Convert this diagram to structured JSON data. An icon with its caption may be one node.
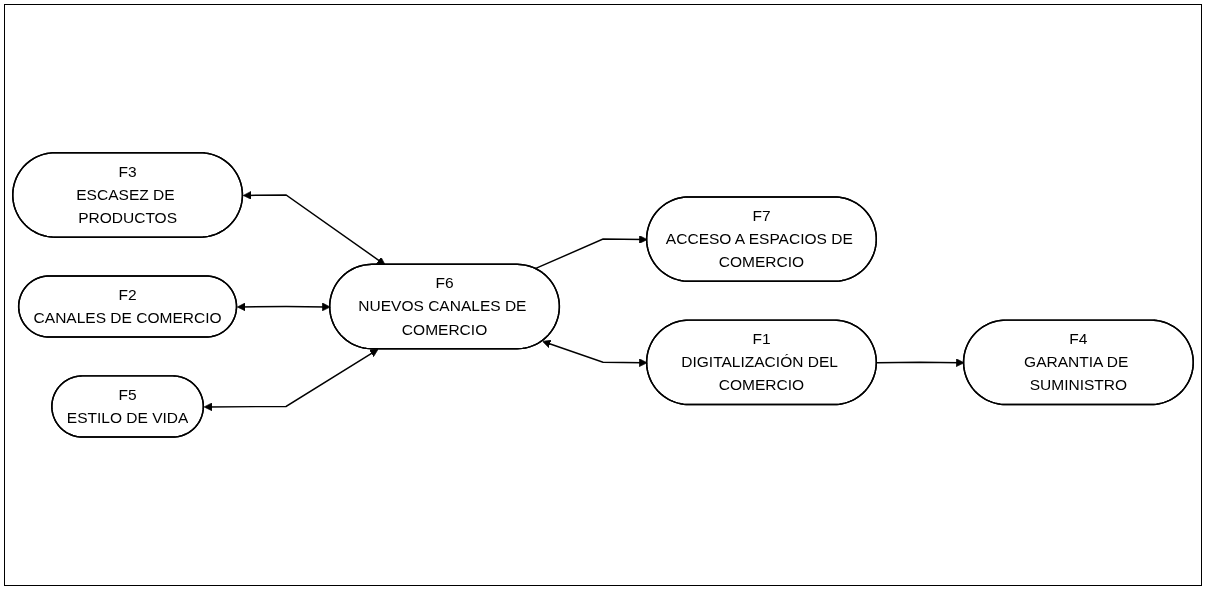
{
  "diagram": {
    "nodes": [
      {
        "text": [
          "F3",
          "ESCASEZ DE PRODUCTOS"
        ]
      },
      {
        "text": [
          "F7",
          "ACCESO A ESPACIOS DE COMERCIO"
        ]
      },
      {
        "text": [
          "F2",
          "CANALES DE COMERCIO"
        ]
      },
      {
        "text": [
          "F6",
          "NUEVOS CANALES DE COMERCIO"
        ]
      },
      {
        "text": [
          "F1",
          "DIGITALIZACIÓN DEL COMERCIO"
        ]
      },
      {
        "text": [
          "F5",
          "ESTILO DE VIDA"
        ]
      },
      {
        "text": [
          "F4",
          "GARANTIA DE SUMINISTRO"
        ]
      }
    ],
    "edges": [
      {
        "from": 0,
        "to": 3,
        "arrow": "both"
      },
      {
        "from": 2,
        "to": 3,
        "arrow": "both"
      },
      {
        "from": 5,
        "to": 3,
        "arrow": "both"
      },
      {
        "from": 3,
        "to": 1,
        "arrow": "to"
      },
      {
        "from": 3,
        "to": 4,
        "arrow": "both"
      },
      {
        "from": 4,
        "to": 6,
        "arrow": "to"
      }
    ]
  }
}
